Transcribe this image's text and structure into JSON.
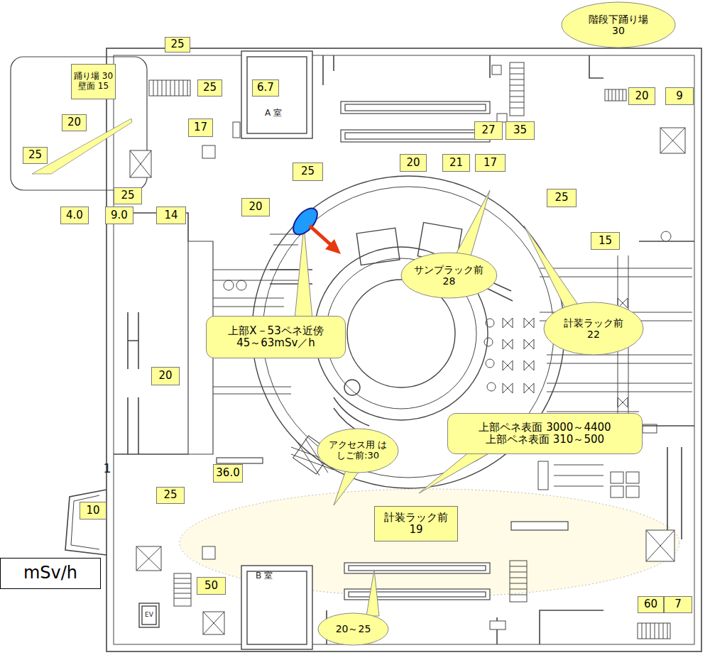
{
  "diagram": {
    "nodes": [
      {
        "text": [
          "階段下踊り場 30"
        ]
      },
      {
        "text": [
          "25"
        ]
      },
      {
        "text": [
          "踊り場 30",
          "壁面 15"
        ]
      },
      {
        "text": [
          "25"
        ]
      },
      {
        "text": [
          "6.7"
        ]
      },
      {
        "text": [
          "20"
        ]
      },
      {
        "text": [
          "9"
        ]
      },
      {
        "text": [
          "20"
        ]
      },
      {
        "text": [
          "17"
        ]
      },
      {
        "text": [
          "27"
        ]
      },
      {
        "text": [
          "35"
        ]
      },
      {
        "text": [
          "25"
        ]
      },
      {
        "text": [
          "20"
        ]
      },
      {
        "text": [
          "21"
        ]
      },
      {
        "text": [
          "17"
        ]
      },
      {
        "text": [
          "25"
        ]
      },
      {
        "text": [
          "25"
        ]
      },
      {
        "text": [
          "25"
        ]
      },
      {
        "text": [
          "20"
        ]
      },
      {
        "text": [
          "4.0"
        ]
      },
      {
        "text": [
          "9.0"
        ]
      },
      {
        "text": [
          "14"
        ]
      },
      {
        "text": [
          "15"
        ]
      },
      {
        "text": [
          "サンプラック前 28"
        ]
      },
      {
        "text": [
          "計装ラック前 22"
        ]
      },
      {
        "text": [
          "上部X－53ペネ近傍",
          "45～63mSv／h"
        ]
      },
      {
        "text": [
          "20"
        ]
      },
      {
        "text": [
          "上部ペネ表面 3000～4400",
          "上部ペネ表面 310～500"
        ]
      },
      {
        "text": [
          "アクセス用 はしご前:30"
        ]
      },
      {
        "text": [
          "36.0"
        ]
      },
      {
        "text": [
          "25"
        ]
      },
      {
        "text": [
          "10"
        ]
      },
      {
        "text": [
          "計装ラック前 19"
        ]
      },
      {
        "text": [
          "mSv/h"
        ]
      },
      {
        "text": [
          "50"
        ]
      },
      {
        "text": [
          "60"
        ]
      },
      {
        "text": [
          "7"
        ]
      },
      {
        "text": [
          "20～25"
        ]
      }
    ],
    "labels": [
      "A 室",
      "B 室",
      "EV",
      "1"
    ]
  }
}
